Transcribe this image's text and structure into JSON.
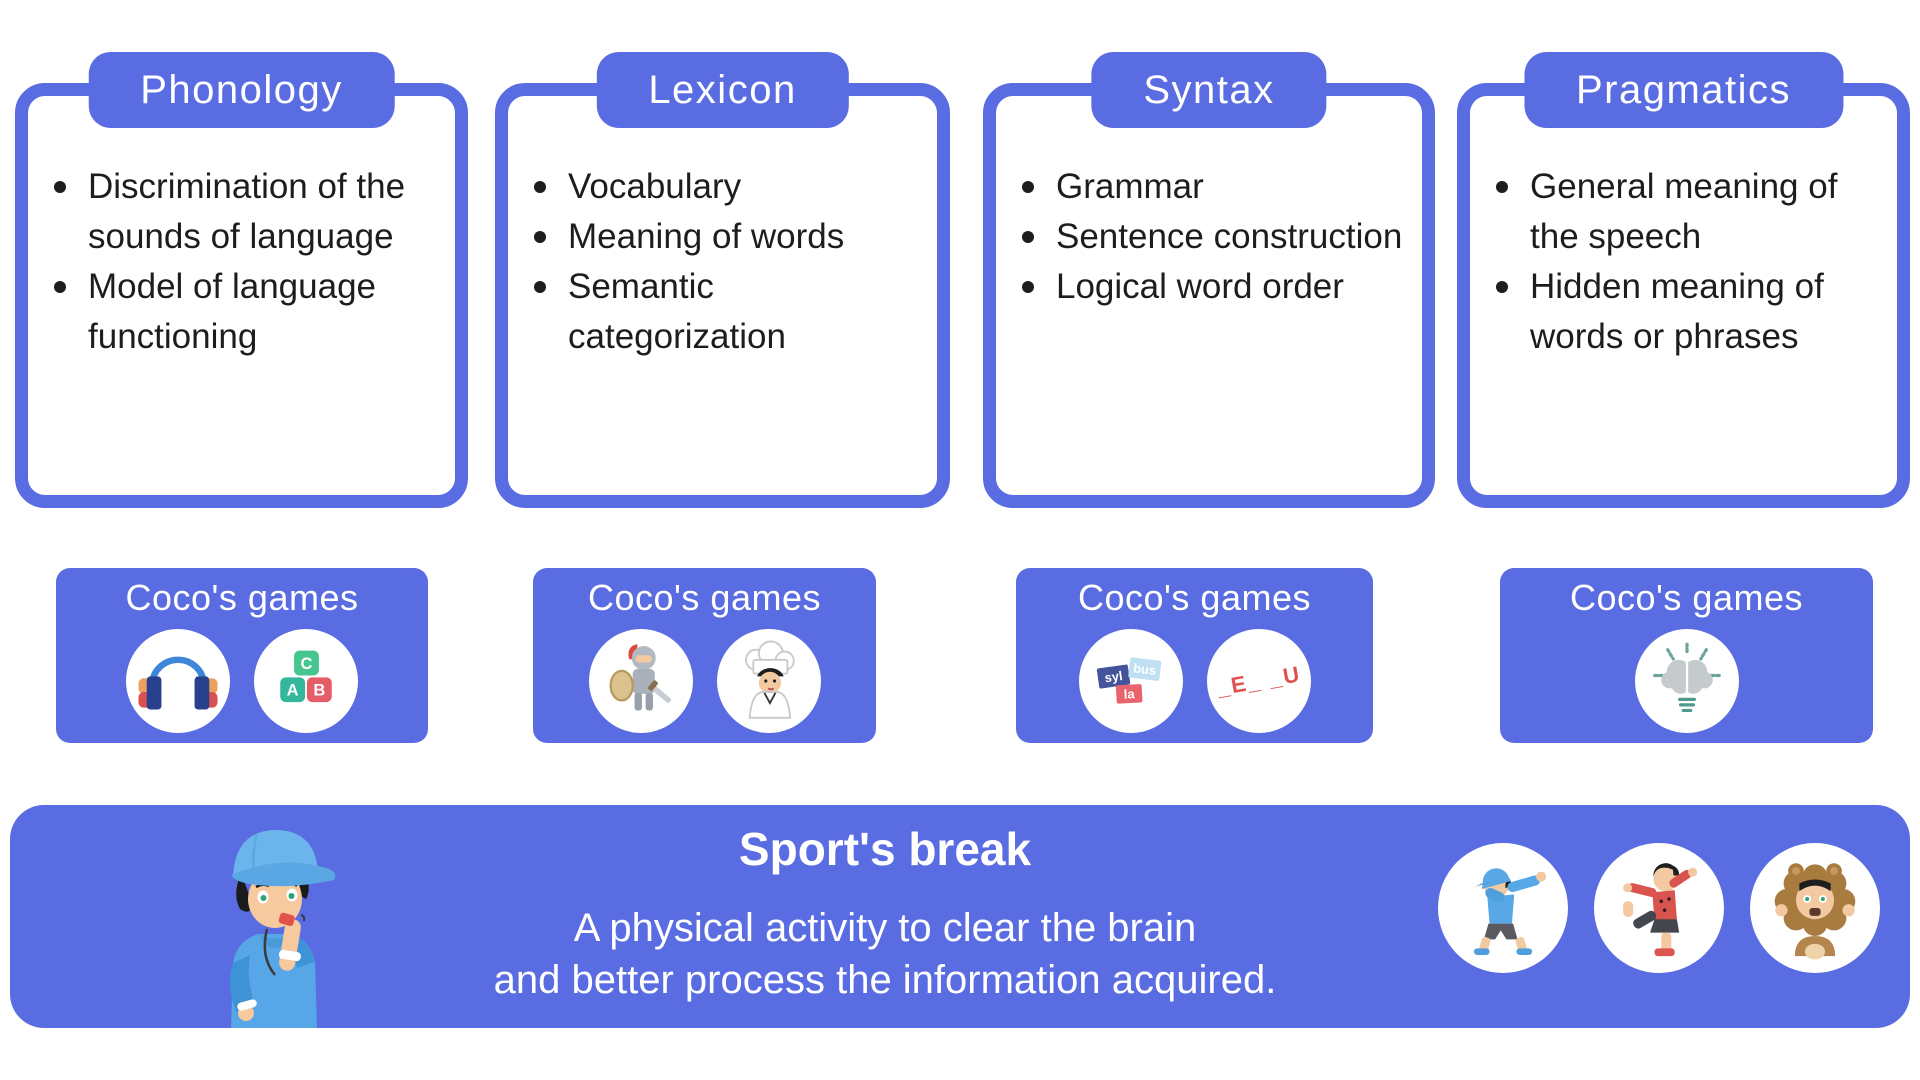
{
  "colors": {
    "primary": "#5a6ce2",
    "text_dark": "#1d1d1f",
    "white": "#ffffff"
  },
  "cards": [
    {
      "title": "Phonology",
      "bullets": [
        "Discrimination of the sounds of language",
        "Model of language functioning"
      ]
    },
    {
      "title": "Lexicon",
      "bullets": [
        "Vocabulary",
        "Meaning of words",
        "Semantic categorization"
      ]
    },
    {
      "title": "Syntax",
      "bullets": [
        "Grammar",
        "Sentence construction",
        "Logical word order"
      ]
    },
    {
      "title": "Pragmatics",
      "bullets": [
        "General meaning of the speech",
        "Hidden meaning of words or phrases"
      ]
    }
  ],
  "games": [
    {
      "label": "Coco's games"
    },
    {
      "label": "Coco's games"
    },
    {
      "label": "Coco's games"
    },
    {
      "label": "Coco's games"
    }
  ],
  "icon_text": {
    "block_c": "C",
    "block_a": "A",
    "block_b": "B",
    "tile_syl": "syl",
    "tile_bus": "bus",
    "tile_la": "la",
    "missing_letters": "_E_ _U"
  },
  "banner": {
    "title": "Sport's break",
    "line1": "A physical activity to clear the brain",
    "line2": "and better process the information acquired."
  }
}
